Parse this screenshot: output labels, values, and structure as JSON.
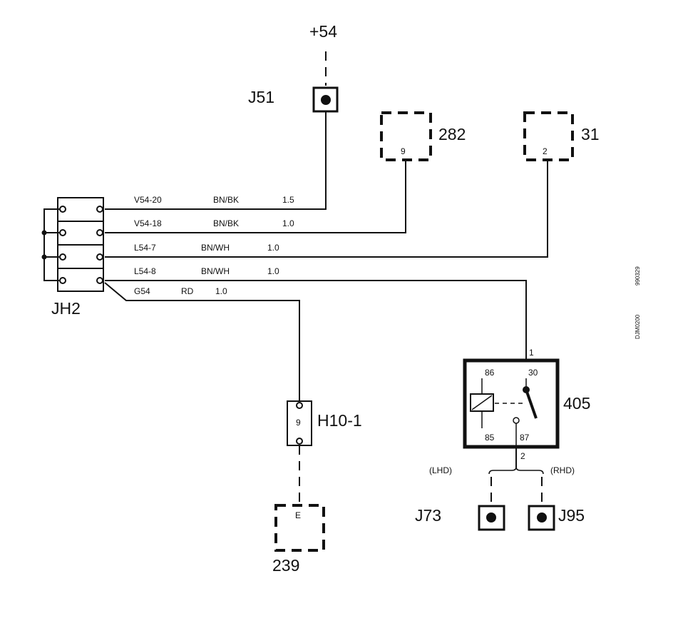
{
  "diagram": {
    "supply": {
      "label": "+54"
    },
    "connectors": {
      "j51": "J51",
      "c282": {
        "label": "282",
        "pin": "9"
      },
      "c31": {
        "label": "31",
        "pin": "2"
      },
      "jh2": "JH2",
      "h10": {
        "label": "H10-1",
        "pin": "9"
      },
      "c239": {
        "label": "239",
        "pin": "E"
      },
      "j73": "J73",
      "j95": "J95"
    },
    "wires": [
      {
        "id": "V54-20",
        "color": "BN/BK",
        "size": "1.5"
      },
      {
        "id": "V54-18",
        "color": "BN/BK",
        "size": "1.0"
      },
      {
        "id": "L54-7",
        "color": "BN/WH",
        "size": "1.0"
      },
      {
        "id": "L54-8",
        "color": "BN/WH",
        "size": "1.0"
      },
      {
        "id": "G54",
        "color": "RD",
        "size": "1.0"
      }
    ],
    "relay": {
      "label": "405",
      "pin_in": "1",
      "pin86": "86",
      "pin30": "30",
      "pin85": "85",
      "pin87": "87",
      "pin_out": "2"
    },
    "variants": {
      "lhd": "(LHD)",
      "rhd": "(RHD)"
    },
    "side_codes": [
      "990329",
      "DJM0200"
    ]
  }
}
